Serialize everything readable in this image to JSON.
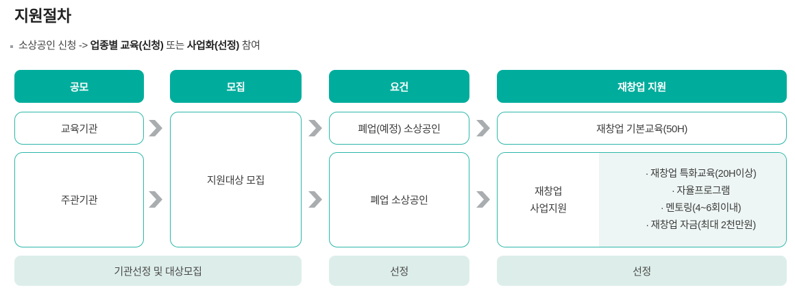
{
  "page": {
    "title": "지원절차",
    "subtitle": {
      "lead": "소상공인 신청 -> ",
      "bold1": "업종별 교육(신청)",
      "mid": " 또는 ",
      "bold2": "사업화(선정)",
      "tail": " 참여",
      "full": "소상공인 신청 -> 업종별 교육(신청) 또는 사업화(선정) 참여"
    }
  },
  "colors": {
    "accent_teal": "#00ad9c",
    "node_border": "#29b6a8",
    "panel_mint": "#edf6f4",
    "summary_mint": "#ddeeea",
    "arrow_gray": "#a9adb0"
  },
  "flow": {
    "columns": [
      {
        "header": "공모"
      },
      {
        "header": "모집"
      },
      {
        "header": "요건"
      },
      {
        "header": "재창업 지원"
      }
    ],
    "nodes": {
      "col1_top": "교육기관",
      "col1_bottom": "주관기관",
      "col2_full": "지원대상 모집",
      "col3_top": "폐업(예정) 소상공인",
      "col3_bottom": "폐업 소상공인",
      "col4_top": "재창업 기본교육(50H)",
      "col4_bottom_label_line1": "재창업",
      "col4_bottom_label_line2": "사업지원",
      "col4_bullets": [
        "재창업 특화교육(20H이상)",
        "자율프로그램",
        "멘토링(4~6회이내)",
        "재창업 자금(최대 2천만원)"
      ]
    },
    "bullet_marker": "·",
    "summaries": [
      "기관선정 및 대상모집",
      "선정",
      "선정"
    ]
  }
}
